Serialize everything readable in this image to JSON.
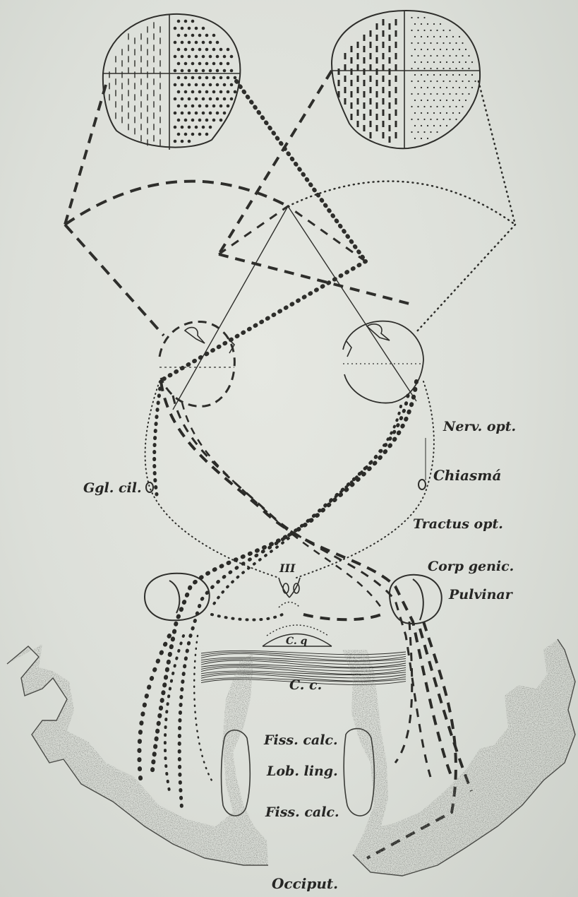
{
  "labels": {
    "nerv_opt": "Nerv. opt.",
    "chiasma": "Chiasmá",
    "ggl_cil": "Ggl. cil.",
    "tractus_opt": "Tractus opt.",
    "iii": "III",
    "corp_genic": "Corp genic.",
    "pulvinar": "Pulvinar",
    "cq": "C. q",
    "cc": "C. c.",
    "fiss_calc_upper": "Fiss. calc.",
    "lob_ling": "Lob. ling.",
    "fiss_calc_lower": "Fiss. calc.",
    "occiput": "Occiput."
  },
  "colors": {
    "ink": "#2b2b28",
    "paper": "#dde0da",
    "stipple": "#5d5f5a"
  }
}
